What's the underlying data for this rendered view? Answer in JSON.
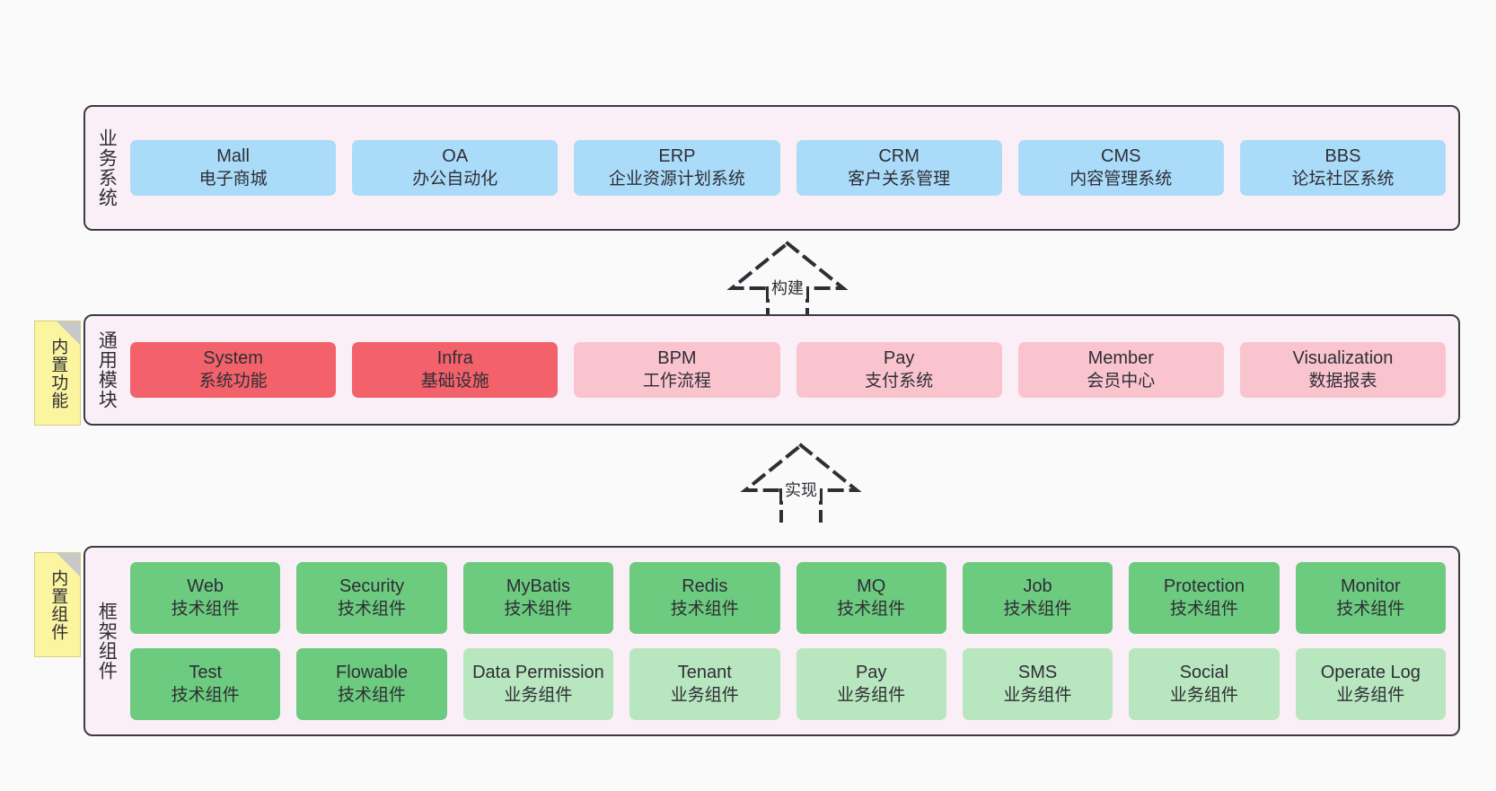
{
  "layers": [
    {
      "id": "business-systems",
      "title": "业务系统",
      "rows": [
        {
          "style": "blue",
          "cells": [
            {
              "title": "Mall",
              "sub": "电子商城"
            },
            {
              "title": "OA",
              "sub": "办公自动化"
            },
            {
              "title": "ERP",
              "sub": "企业资源计划系统"
            },
            {
              "title": "CRM",
              "sub": "客户关系管理"
            },
            {
              "title": "CMS",
              "sub": "内容管理系统"
            },
            {
              "title": "BBS",
              "sub": "论坛社区系统"
            }
          ]
        }
      ]
    },
    {
      "id": "common-modules",
      "title": "通用模块",
      "note": "内置功能",
      "rows": [
        {
          "cells": [
            {
              "title": "System",
              "sub": "系统功能",
              "style": "red"
            },
            {
              "title": "Infra",
              "sub": "基础设施",
              "style": "red"
            },
            {
              "title": "BPM",
              "sub": "工作流程",
              "style": "pink"
            },
            {
              "title": "Pay",
              "sub": "支付系统",
              "style": "pink"
            },
            {
              "title": "Member",
              "sub": "会员中心",
              "style": "pink"
            },
            {
              "title": "Visualization",
              "sub": "数据报表",
              "style": "pink"
            }
          ]
        }
      ]
    },
    {
      "id": "framework-components",
      "title": "框架组件",
      "note": "内置组件",
      "rows": [
        {
          "cells": [
            {
              "title": "Web",
              "sub": "技术组件",
              "style": "green"
            },
            {
              "title": "Security",
              "sub": "技术组件",
              "style": "green"
            },
            {
              "title": "MyBatis",
              "sub": "技术组件",
              "style": "green"
            },
            {
              "title": "Redis",
              "sub": "技术组件",
              "style": "green"
            },
            {
              "title": "MQ",
              "sub": "技术组件",
              "style": "green"
            },
            {
              "title": "Job",
              "sub": "技术组件",
              "style": "green"
            },
            {
              "title": "Protection",
              "sub": "技术组件",
              "style": "green"
            },
            {
              "title": "Monitor",
              "sub": "技术组件",
              "style": "green"
            }
          ]
        },
        {
          "cells": [
            {
              "title": "Test",
              "sub": "技术组件",
              "style": "green"
            },
            {
              "title": "Flowable",
              "sub": "技术组件",
              "style": "green"
            },
            {
              "title": "Data Permission",
              "sub": "业务组件",
              "style": "lightgreen"
            },
            {
              "title": "Tenant",
              "sub": "业务组件",
              "style": "lightgreen"
            },
            {
              "title": "Pay",
              "sub": "业务组件",
              "style": "lightgreen"
            },
            {
              "title": "SMS",
              "sub": "业务组件",
              "style": "lightgreen"
            },
            {
              "title": "Social",
              "sub": "业务组件",
              "style": "lightgreen"
            },
            {
              "title": "Operate Log",
              "sub": "业务组件",
              "style": "lightgreen"
            }
          ]
        }
      ]
    }
  ],
  "connectors": [
    {
      "id": "build",
      "label": "构建"
    },
    {
      "id": "implement",
      "label": "实现"
    }
  ],
  "colors": {
    "canvas": "#fafafa",
    "layer_fill": "#fbeff7",
    "layer_border": "#3b3b42",
    "blue": "#aadcfa",
    "red": "#f3616a",
    "pink": "#fac4cf",
    "green": "#6dcb7f",
    "light_green": "#b8e6bf",
    "note_fill": "#fbf5a0",
    "text": "#2e2e35"
  }
}
